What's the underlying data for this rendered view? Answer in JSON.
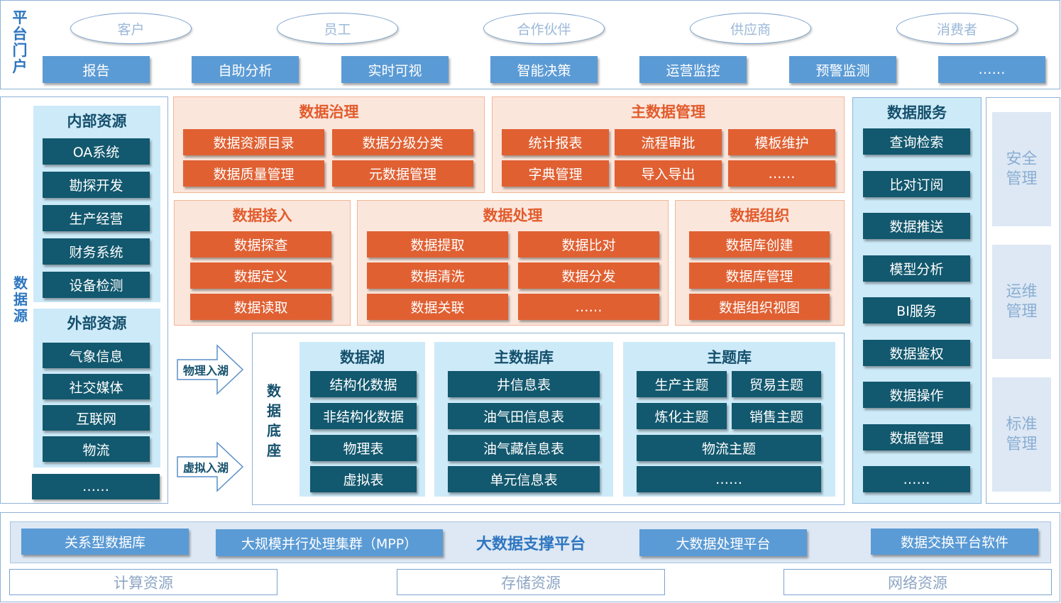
{
  "portal": {
    "title": "平台门户",
    "users": [
      "客户",
      "员工",
      "合作伙伴",
      "供应商",
      "消费者"
    ],
    "functions": [
      "报告",
      "自助分析",
      "实时可视",
      "智能决策",
      "运营监控",
      "预警监测",
      "……"
    ]
  },
  "data_source": {
    "title": "数据源",
    "internal": {
      "title": "内部资源",
      "items": [
        "OA系统",
        "勘探开发",
        "生产经营",
        "财务系统",
        "设备检测"
      ]
    },
    "external": {
      "title": "外部资源",
      "items": [
        "气象信息",
        "社交媒体",
        "互联网",
        "物流"
      ]
    },
    "more": "……"
  },
  "governance": {
    "title": "数据治理",
    "items": [
      "数据资源目录",
      "数据分级分类",
      "数据质量管理",
      "元数据管理"
    ]
  },
  "master_data_mgmt": {
    "title": "主数据管理",
    "items": [
      "统计报表",
      "流程审批",
      "模板维护",
      "字典管理",
      "导入导出",
      "……"
    ]
  },
  "ingestion": {
    "title": "数据接入",
    "items": [
      "数据探查",
      "数据定义",
      "数据读取"
    ]
  },
  "processing": {
    "title": "数据处理",
    "items": [
      "数据提取",
      "数据比对",
      "数据清洗",
      "数据分发",
      "数据关联",
      "……"
    ]
  },
  "organization": {
    "title": "数据组织",
    "items": [
      "数据库创建",
      "数据库管理",
      "数据组织视图"
    ]
  },
  "arrows": {
    "physical": "物理入湖",
    "virtual": "虚拟入湖"
  },
  "base": {
    "title": "数据底座",
    "lake": {
      "title": "数据湖",
      "items": [
        "结构化数据",
        "非结构化数据",
        "物理表",
        "虚拟表"
      ]
    },
    "master_db": {
      "title": "主数据库",
      "items": [
        "井信息表",
        "油气田信息表",
        "油气藏信息表",
        "单元信息表"
      ]
    },
    "theme_db": {
      "title": "主题库",
      "items": [
        "生产主题",
        "贸易主题",
        "炼化主题",
        "销售主题",
        "物流主题",
        "……"
      ]
    }
  },
  "data_service": {
    "title": "数据服务",
    "items": [
      "查询检索",
      "比对订阅",
      "数据推送",
      "模型分析",
      "BI服务",
      "数据鉴权",
      "数据操作",
      "数据管理",
      "……"
    ]
  },
  "management": [
    "安全管理",
    "运维管理",
    "标准管理"
  ],
  "support": {
    "title": "大数据支撑平台",
    "items": [
      "关系型数据库",
      "大规模并行处理集群（MPP）",
      "大数据处理平台",
      "数据交换平台软件"
    ]
  },
  "resources": [
    "计算资源",
    "存储资源",
    "网络资源"
  ],
  "colors": {
    "orange": "#e06032",
    "teal": "#12586e",
    "blue": "#5b9bd5",
    "light_blue": "#cdeaf8",
    "peach": "#fbe6dc"
  }
}
